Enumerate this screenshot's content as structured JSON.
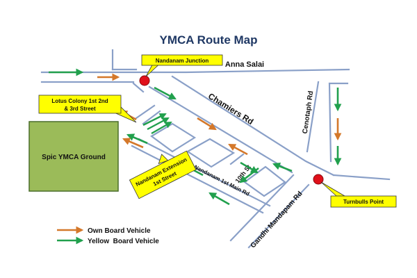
{
  "title": "YMCA Route Map",
  "roads": {
    "anna_salai": "Anna Salai",
    "chamiers_rd": "Chamiers Rd",
    "cenotaph_rd": "Cenotaph Rd",
    "tenth_st": "10th St",
    "nandanam_main_rd": "Nandanam 1st Main Rd",
    "gandhi_mandapam_rd": "Gandhi Mandapam Rd"
  },
  "places": {
    "ground": "Spic YMCA Ground"
  },
  "callouts": {
    "nandanam_junction": "Nandanam Junction",
    "turnbulls_point": "Turnbulls Point",
    "lotus_colony_line1": "Lotus Colony 1st 2nd",
    "lotus_colony_line2": "& 3rd Street",
    "nandanam_ext_line1": "Nandanam Extension",
    "nandanam_ext_line2": "1st Street"
  },
  "legend": {
    "own_board": "Own Board Vehicle",
    "yellow_board": "Yellow  Board Vehicle"
  },
  "colors": {
    "road": "#8aa0c8",
    "own_board_arrow": "#d4782a",
    "yellow_board_arrow": "#21a04d",
    "callout_fill": "#ffff00",
    "ground_fill": "#9bbb59",
    "marker": "#e0101a",
    "title": "#1f3864"
  }
}
